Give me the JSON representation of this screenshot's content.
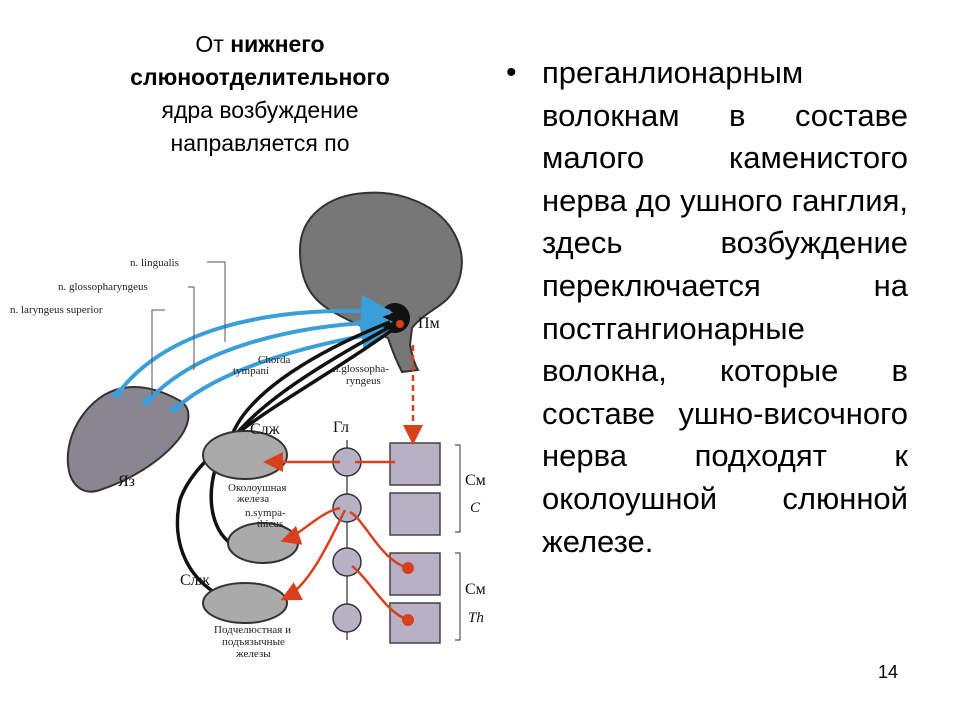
{
  "heading": {
    "line1_prefix": "От ",
    "line1_bold": "нижнего",
    "line2_bold": "слюноотделительного",
    "line3": "ядра возбуждение",
    "line4": "направляется по"
  },
  "bullet": {
    "text": "преганлионарным волокнам в составе малого каменистого нерва до ушного ганглия, здесь возбуждение переключается на постгангионарные волокна, которые в составе ушно-височного нерва подходят к околоушной слюнной железе."
  },
  "page_number": "14",
  "diagram": {
    "labels": {
      "n_lingualis": "n. lingualis",
      "n_glossopharyngeus": "n. glossopharyngeus",
      "n_laryngeus": "n. laryngeus superior",
      "chorda1": "Chorda",
      "chorda2": "tympani",
      "glosso1": "n.glossopha-",
      "glosso2": "ryngeus",
      "pm": "Пм",
      "slzh_top": "Слж",
      "gl": "Гл",
      "yaz": "Яз",
      "parotid1": "Околоушная",
      "parotid2": "железа",
      "symp1": "n.sympa-",
      "symp2": "thicus",
      "sm_c": "См",
      "c": "C",
      "sm_th": "См",
      "th": "Th",
      "slzh_bottom": "Слж",
      "sub1": "Подчелюстная и",
      "sub2": "подъязычные",
      "sub3": "железы"
    },
    "colors": {
      "blue_afferent": "#3a9fd8",
      "red_sympathetic": "#d8401e",
      "black_efferent": "#111111",
      "spinal_gray": "#b8b0c4"
    }
  }
}
